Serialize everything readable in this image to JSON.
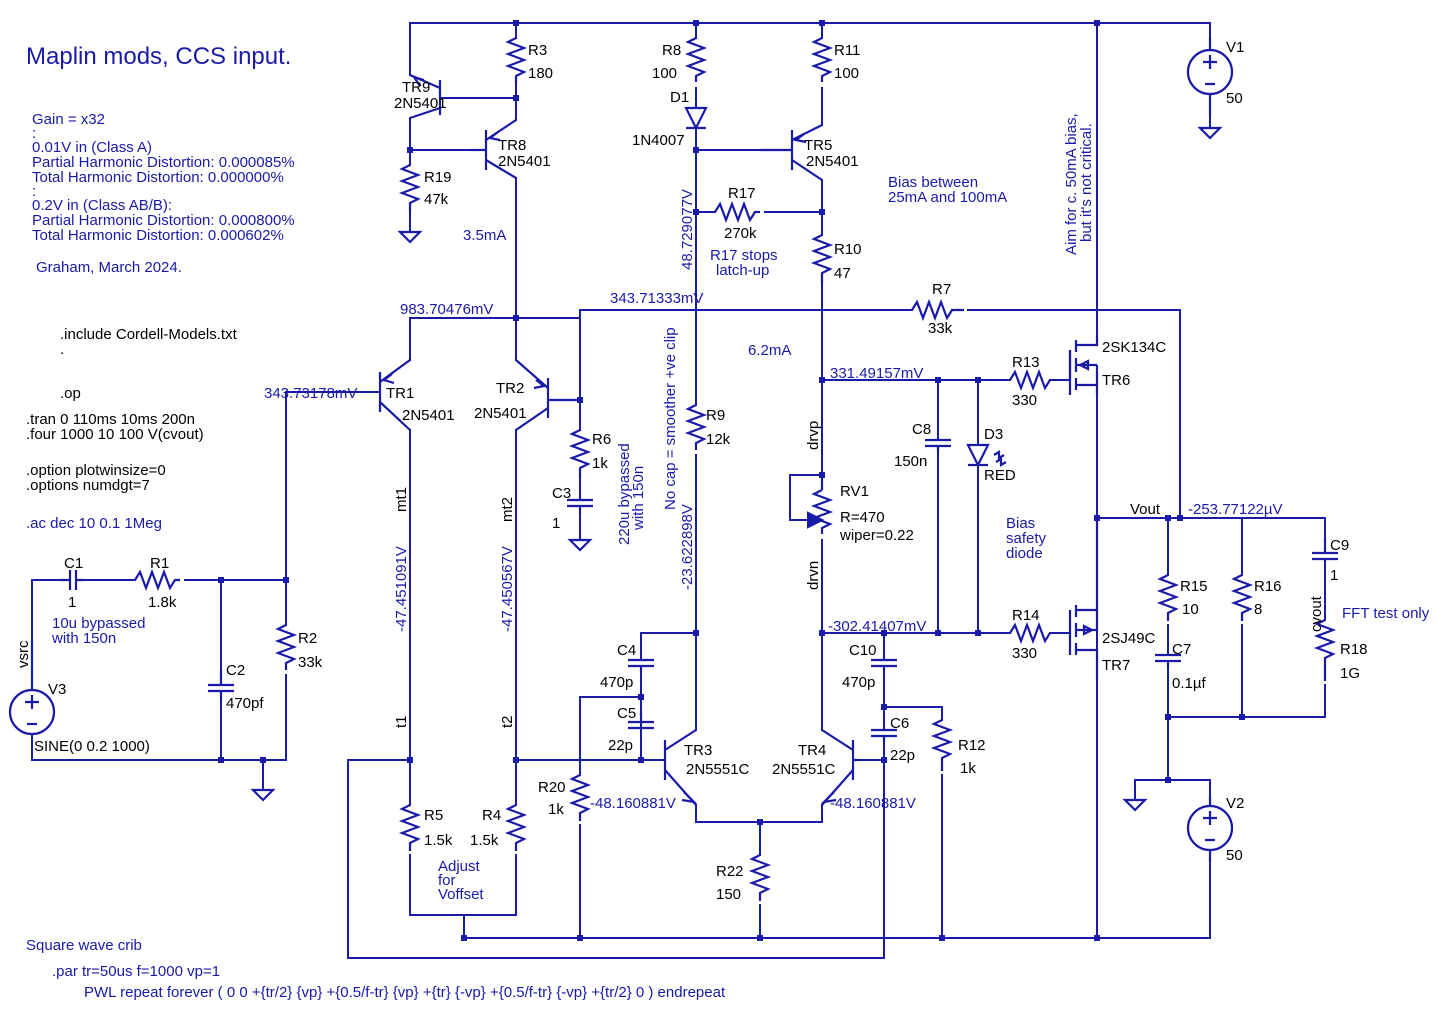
{
  "title": "Maplin mods, CCS input.",
  "notes": {
    "gain": "Gain = x32",
    "colon1": ":",
    "classA_in": "0.01V in (Class A)",
    "classA_phd": "Partial Harmonic Distortion: 0.000085%",
    "classA_thd": "Total Harmonic Distortion:   0.000000%",
    "colon2": ":",
    "classAB_in": "0.2V in (Class AB/B):",
    "classAB_phd": "Partial Harmonic Distortion: 0.000800%",
    "classAB_thd": "Total Harmonic Distortion:   0.000602%",
    "author": "Graham, March 2024."
  },
  "directives": {
    "include": ".include Cordell-Models.txt",
    "dot": ".",
    "op": ".op",
    "tran": ".tran 0 110ms 10ms 200n",
    "four": ".four 1000 10 100 V(cvout)",
    "plotwin": ".option plotwinsize=0",
    "numdgt": ".options numdgt=7",
    "ac": ".ac dec 10 0.1 1Meg",
    "crib_title": "Square wave crib",
    "par": ".par tr=50us f=1000 vp=1",
    "pwl": "PWL repeat forever ( 0 0 +{tr/2} {vp} +{0.5/f-tr} {vp} +{tr} {-vp} +{0.5/f-tr} {-vp} +{tr/2} 0 ) endrepeat"
  },
  "comments": {
    "c1_note1": "10u bypassed",
    "c1_note2": "with 150n",
    "r17_note1": "R17 stops",
    "r17_note2": "latch-up",
    "bias_note1": "Bias between",
    "bias_note2": "25mA and 100mA",
    "aim_note1": "Aim for c. 50mA bias,",
    "aim_note2": "but it's not critical.",
    "c3_note1": "220u bypassed",
    "c3_note2": "with 150n",
    "nocap_note": "No cap = smoother +ve clip",
    "bias_safety1": "Bias",
    "bias_safety2": "safety",
    "bias_safety3": "diode",
    "adjust1": "Adjust",
    "adjust2": "for",
    "adjust3": "Voffset",
    "fft": "FFT test only",
    "i_3_5": "3.5mA",
    "i_6_2": "6.2mA"
  },
  "voltages": {
    "v_983": "983.70476mV",
    "v_343_tr1": "343.73178mV",
    "v_343_r7": "343.71333mV",
    "v_331": "331.49157mV",
    "v_302": "-302.41407mV",
    "v_253": "-253.77122µV",
    "v_4745_1": "-47.451091V",
    "v_4745_2": "-47.450567V",
    "v_487": "48.729077V",
    "v_236": "-23.622898V",
    "v_481_1": "-48.160881V",
    "v_481_2": "-48.160881V"
  },
  "nets": {
    "vsrc": "vsrc",
    "mt1": "mt1",
    "mt2": "mt2",
    "t1": "t1",
    "t2": "t2",
    "drvp": "drvp",
    "drvn": "drvn",
    "vout": "Vout",
    "cvout": "cvout"
  },
  "components": {
    "R1": {
      "name": "R1",
      "value": "1.8k"
    },
    "R2": {
      "name": "R2",
      "value": "33k"
    },
    "R3": {
      "name": "R3",
      "value": "180"
    },
    "R4": {
      "name": "R4",
      "value": "1.5k"
    },
    "R5": {
      "name": "R5",
      "value": "1.5k"
    },
    "R6": {
      "name": "R6",
      "value": "1k"
    },
    "R7": {
      "name": "R7",
      "value": "33k"
    },
    "R8": {
      "name": "R8",
      "value": "100"
    },
    "R9": {
      "name": "R9",
      "value": "12k"
    },
    "R10": {
      "name": "R10",
      "value": "47"
    },
    "R11": {
      "name": "R11",
      "value": "100"
    },
    "R12": {
      "name": "R12",
      "value": "1k"
    },
    "R13": {
      "name": "R13",
      "value": "330"
    },
    "R14": {
      "name": "R14",
      "value": "330"
    },
    "R15": {
      "name": "R15",
      "value": "10"
    },
    "R16": {
      "name": "R16",
      "value": "8"
    },
    "R17": {
      "name": "R17",
      "value": "270k"
    },
    "R18": {
      "name": "R18",
      "value": "1G"
    },
    "R19": {
      "name": "R19",
      "value": "47k"
    },
    "R20": {
      "name": "R20",
      "value": "1k"
    },
    "R22": {
      "name": "R22",
      "value": "150"
    },
    "C1": {
      "name": "C1",
      "value": "1"
    },
    "C2": {
      "name": "C2",
      "value": "470pf"
    },
    "C3": {
      "name": "C3",
      "value": "1"
    },
    "C4": {
      "name": "C4",
      "value": "470p"
    },
    "C5": {
      "name": "C5",
      "value": "22p"
    },
    "C6": {
      "name": "C6",
      "value": "22p"
    },
    "C7": {
      "name": "C7",
      "value": "0.1µf"
    },
    "C8": {
      "name": "C8",
      "value": "150n"
    },
    "C9": {
      "name": "C9",
      "value": "1"
    },
    "C10": {
      "name": "C10",
      "value": "470p"
    },
    "D1": {
      "name": "D1",
      "value": "1N4007"
    },
    "D3": {
      "name": "D3",
      "value": "RED"
    },
    "RV1": {
      "name": "RV1",
      "value": "R=470",
      "wiper": "wiper=0.22"
    },
    "TR1": {
      "name": "TR1",
      "value": "2N5401"
    },
    "TR2": {
      "name": "TR2",
      "value": "2N5401"
    },
    "TR3": {
      "name": "TR3",
      "value": "2N5551C"
    },
    "TR4": {
      "name": "TR4",
      "value": "2N5551C"
    },
    "TR5": {
      "name": "TR5",
      "value": "2N5401"
    },
    "TR6": {
      "name": "TR6",
      "value": "2SK134C"
    },
    "TR7": {
      "name": "TR7",
      "value": "2SJ49C"
    },
    "TR8": {
      "name": "TR8",
      "value": "2N5401"
    },
    "TR9": {
      "name": "TR9",
      "value": "2N5401"
    },
    "V1": {
      "name": "V1",
      "value": "50"
    },
    "V2": {
      "name": "V2",
      "value": "50"
    },
    "V3": {
      "name": "V3",
      "value": "SINE(0 0.2 1000)"
    }
  }
}
